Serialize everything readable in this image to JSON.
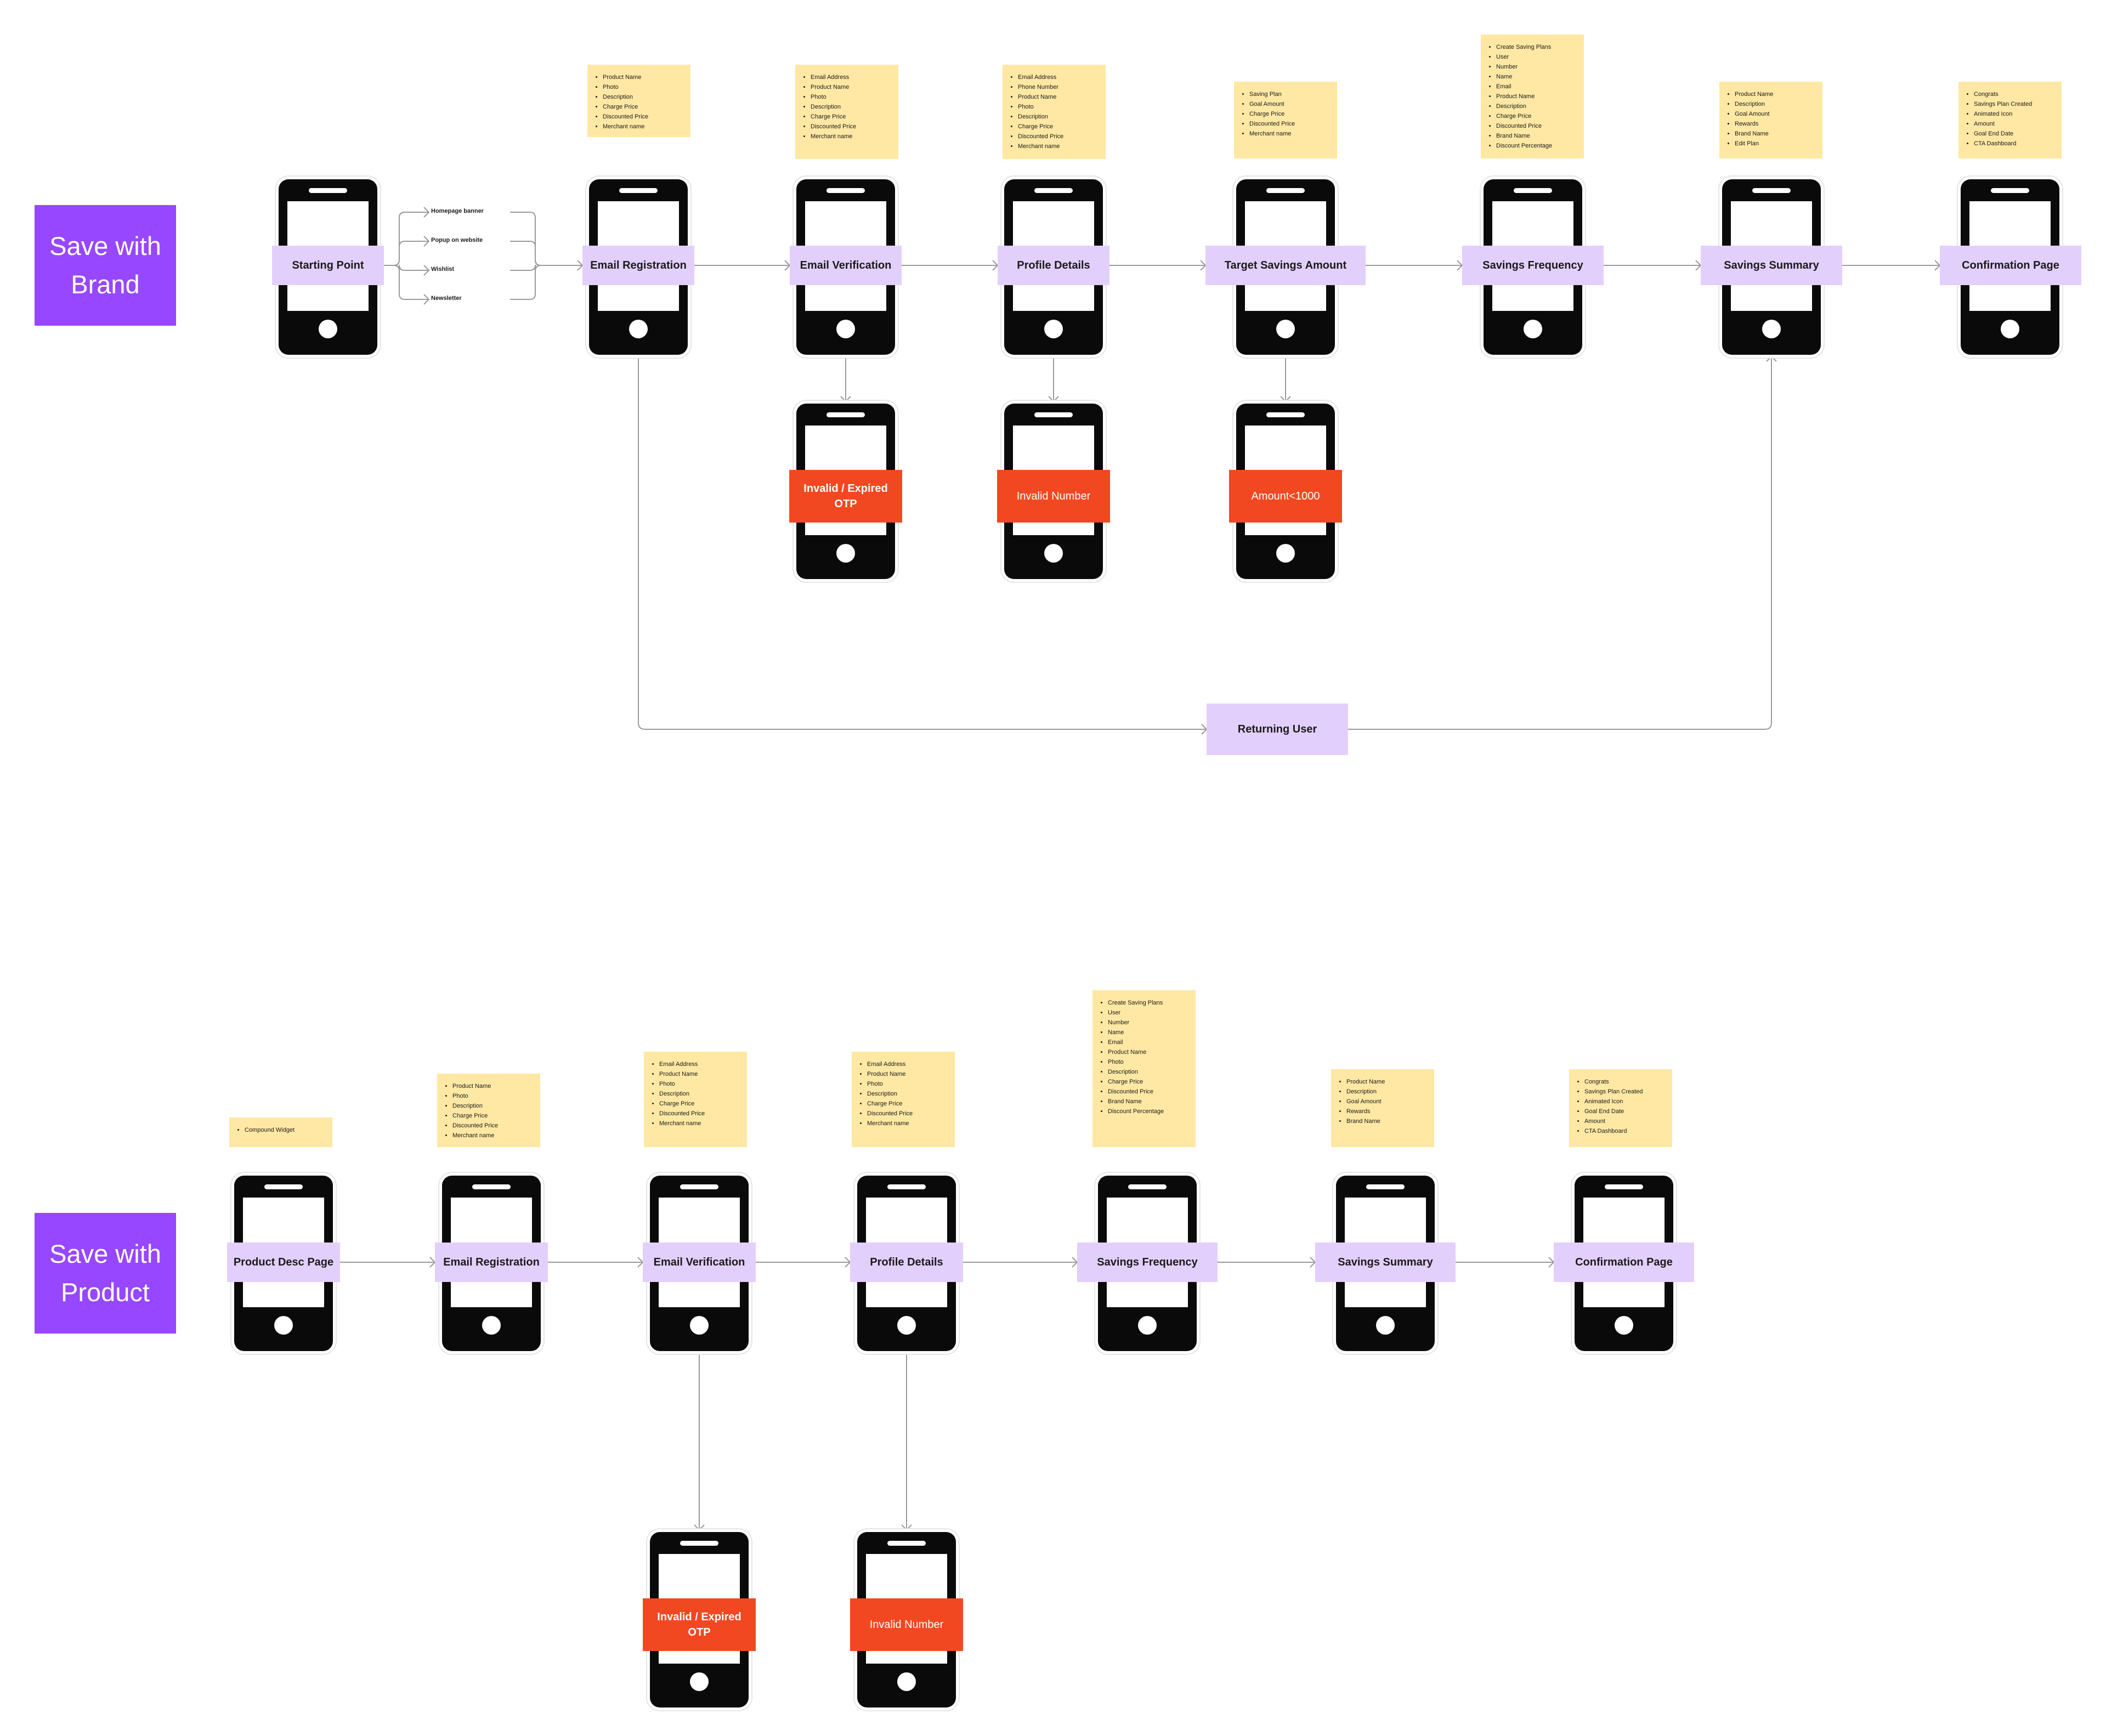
{
  "colors": {
    "title_bg": "#9747ff",
    "label_bg": "#e3cffc",
    "error_bg": "#f24822",
    "note_bg": "#ffe8a3",
    "connector": "#9a9a9a"
  },
  "brand": {
    "title": "Save with\nBrand",
    "start_label": "Starting Point",
    "sources": [
      "Homepage banner",
      "Popup on website",
      "Wishlist",
      "Newsletter"
    ],
    "steps": [
      {
        "label": "Email Registration",
        "notes": [
          "Product Name",
          "Photo",
          "Description",
          "Charge Price",
          "Discounted Price",
          "Merchant name"
        ]
      },
      {
        "label": "Email Verification",
        "notes": [
          "Email Address",
          "Product Name",
          "Photo",
          "Description",
          "Charge Price",
          "Discounted Price",
          "Merchant name"
        ],
        "error": "Invalid / Expired\nOTP"
      },
      {
        "label": "Profile Details",
        "notes": [
          "Email Address",
          "Phone Number",
          "Product Name",
          "Photo",
          "Description",
          "Charge Price",
          "Discounted Price",
          "Merchant name"
        ],
        "error": "Invalid Number"
      },
      {
        "label": "Target Savings Amount",
        "notes": [
          "Saving Plan",
          "Goal Amount",
          "Charge Price",
          "Discounted Price",
          "Merchant name"
        ],
        "error": "Amount<1000"
      },
      {
        "label": "Savings Frequency",
        "notes": [
          "Create Saving Plans",
          "User",
          "Number",
          "Name",
          "Email",
          "Product Name",
          "Description",
          "Charge Price",
          "Discounted Price",
          "Brand Name",
          "Discount Percentage"
        ]
      },
      {
        "label": "Savings Summary",
        "notes": [
          "Product Name",
          "Description",
          "Goal Amount",
          "Rewards",
          "Brand Name",
          "Edit Plan"
        ]
      },
      {
        "label": "Confirmation Page",
        "notes": [
          "Congrats",
          "Savings Plan Created",
          "Animated Icon",
          "Amount",
          "Goal End Date",
          "CTA Dashboard"
        ]
      }
    ],
    "returning_user": "Returning User"
  },
  "product": {
    "title": "Save with\nProduct",
    "steps": [
      {
        "label": "Product Desc Page",
        "notes": [
          "Compound Widget"
        ]
      },
      {
        "label": "Email Registration",
        "notes": [
          "Product Name",
          "Photo",
          "Description",
          "Charge Price",
          "Discounted Price",
          "Merchant name"
        ]
      },
      {
        "label": "Email Verification",
        "notes": [
          "Email Address",
          "Product Name",
          "Photo",
          "Description",
          "Charge Price",
          "Discounted Price",
          "Merchant name"
        ],
        "error": "Invalid / Expired\nOTP"
      },
      {
        "label": "Profile Details",
        "notes": [
          "Email Address",
          "Product Name",
          "Photo",
          "Description",
          "Charge Price",
          "Discounted Price",
          "Merchant name"
        ],
        "error": "Invalid Number"
      },
      {
        "label": "Savings Frequency",
        "notes": [
          "Create Saving Plans",
          "User",
          "Number",
          "Name",
          "Email",
          "Product Name",
          "Photo",
          "Description",
          "Charge Price",
          "Discounted Price",
          "Brand Name",
          "Discount Percentage"
        ]
      },
      {
        "label": "Savings Summary",
        "notes": [
          "Product Name",
          "Description",
          "Goal Amount",
          "Rewards",
          "Brand Name"
        ]
      },
      {
        "label": "Confirmation Page",
        "notes": [
          "Congrats",
          "Savings Plan Created",
          "Animated Icon",
          "Goal End Date",
          "Amount",
          "CTA Dashboard"
        ]
      }
    ]
  }
}
